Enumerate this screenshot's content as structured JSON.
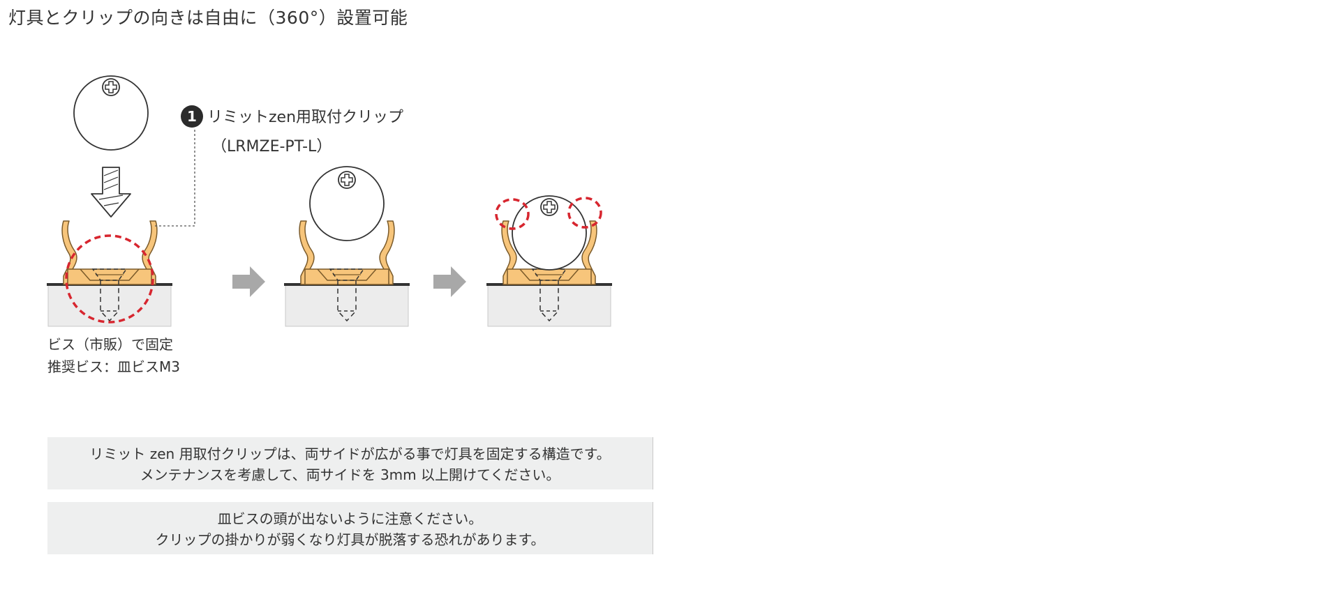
{
  "title": "灯具とクリップの向きは自由に（360°）設置可能",
  "callout": {
    "number": "1",
    "label": "リミットzen用取付クリップ",
    "code": "（LRMZE-PT-L）"
  },
  "screw_note": {
    "line1": "ビス（市販）で固定",
    "line2": "推奨ビス：皿ビスM3"
  },
  "notes": [
    {
      "line1": "リミット zen 用取付クリップは、両サイドが広がる事で灯具を固定する構造です。",
      "line2": "メンテナンスを考慮して、両サイドを 3mm 以上開けてください。"
    },
    {
      "line1": "皿ビスの頭が出ないように注意ください。",
      "line2": "クリップの掛かりが弱くなり灯具が脱落する恐れがあります。"
    }
  ],
  "colors": {
    "clip": "#f7c57b",
    "clip_outline": "#7a5a2a",
    "highlight": "#d7262f",
    "arrow": "#a8a8a8",
    "base": "#ececec",
    "text": "#333333",
    "note_bg": "#eeefef"
  },
  "icons": [
    "phillips-screw-icon",
    "down-arrow-icon",
    "right-arrow-icon"
  ]
}
